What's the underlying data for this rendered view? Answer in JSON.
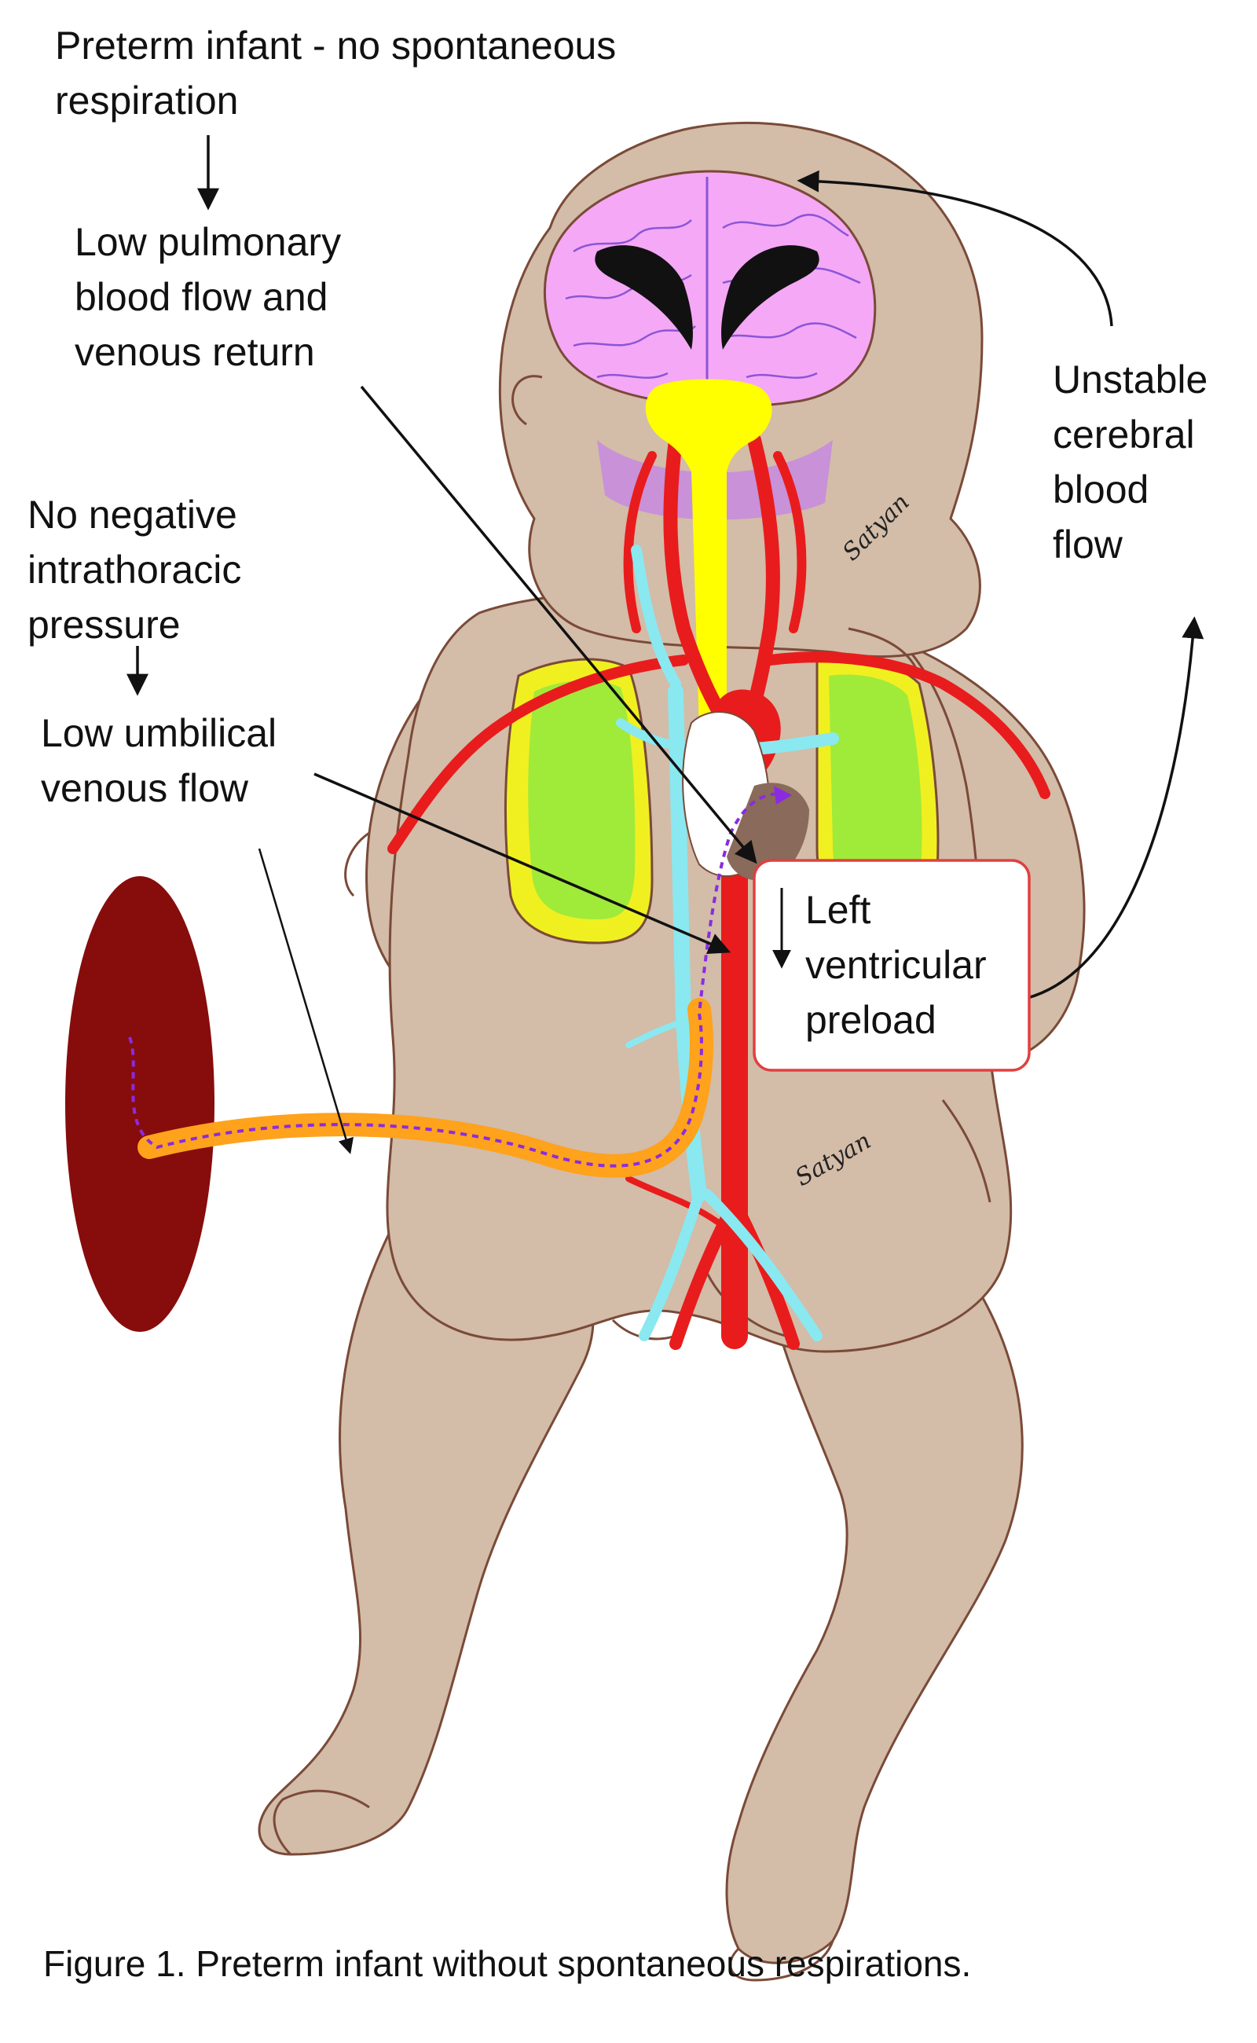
{
  "labels": {
    "preterm_line1": "Preterm infant - no spontaneous",
    "preterm_line2": "respiration",
    "pulm_line1": "Low  pulmonary",
    "pulm_line2": "blood flow and",
    "pulm_line3": "venous return",
    "neg_line1": "No negative",
    "neg_line2": "intrathoracic",
    "neg_line3": "pressure",
    "umb_line1": "Low umbilical",
    "umb_line2": "venous flow",
    "unstable_line1": "Unstable",
    "unstable_line2": "cerebral",
    "unstable_line3": "blood",
    "unstable_line4": "flow",
    "lv_line1": "Left",
    "lv_line2": "ventricular",
    "lv_line3": "preload",
    "signature_head": "Satyan",
    "signature_belly": "Satyan"
  },
  "caption": "Figure 1. Preterm infant without spontaneous respirations.",
  "colors": {
    "skin": "#d3bca8",
    "skin_outline": "#7a4a38",
    "brain": "#f5a8f5",
    "brain_lines": "#8a55d8",
    "spine": "#ffff00",
    "artery": "#e81c1c",
    "vein": "#8ae8f0",
    "lung": "#a0ea3a",
    "lung_rim": "#f0f020",
    "placenta": "#870c0c",
    "cord": "#ffa21c",
    "dotted_path": "#8a2be2",
    "box_border": "#e04040"
  }
}
